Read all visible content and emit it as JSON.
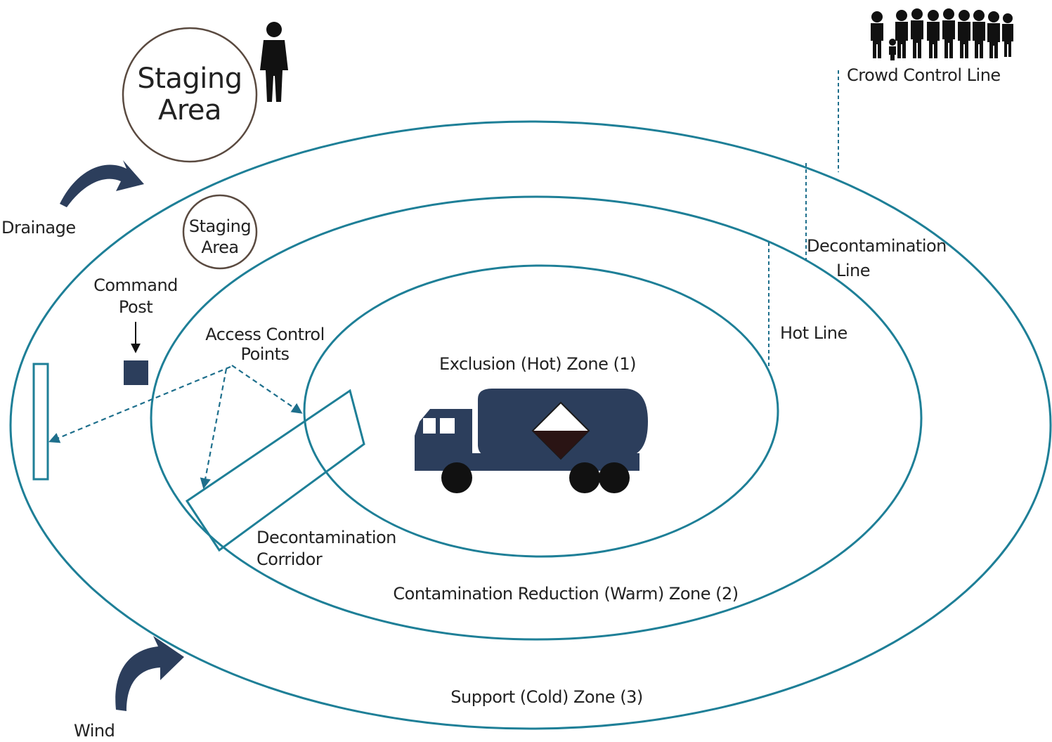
{
  "colors": {
    "ring": "#1e7f97",
    "navy": "#2c3e5c",
    "text": "#222222",
    "black": "#111111"
  },
  "labels": {
    "staging_area_large_line1": "Staging",
    "staging_area_large_line2": "Area",
    "staging_area_small_line1": "Staging",
    "staging_area_small_line2": "Area",
    "drainage": "Drainage",
    "wind": "Wind",
    "command_post_line1": "Command",
    "command_post_line2": "Post",
    "access_control_line1": "Access Control",
    "access_control_line2": "Points",
    "crowd_control_line": "Crowd Control Line",
    "decon_line_line1": "Decontamination",
    "decon_line_line2": "Line",
    "hot_line": "Hot Line",
    "exclusion_zone": "Exclusion (Hot) Zone (1)",
    "decon_corridor_line1": "Decontamination",
    "decon_corridor_line2": "Corridor",
    "warm_zone": "Contamination Reduction (Warm) Zone (2)",
    "cold_zone": "Support (Cold) Zone (3)"
  },
  "icons": {
    "person": "person-silhouette-icon",
    "crowd": "crowd-silhouette-icon",
    "truck": "tanker-truck-icon",
    "hazard": "hazard-diamond-icon",
    "drainage_arrow": "curved-arrow-icon",
    "wind_arrow": "curved-arrow-icon",
    "command_post": "command-post-square-icon"
  }
}
